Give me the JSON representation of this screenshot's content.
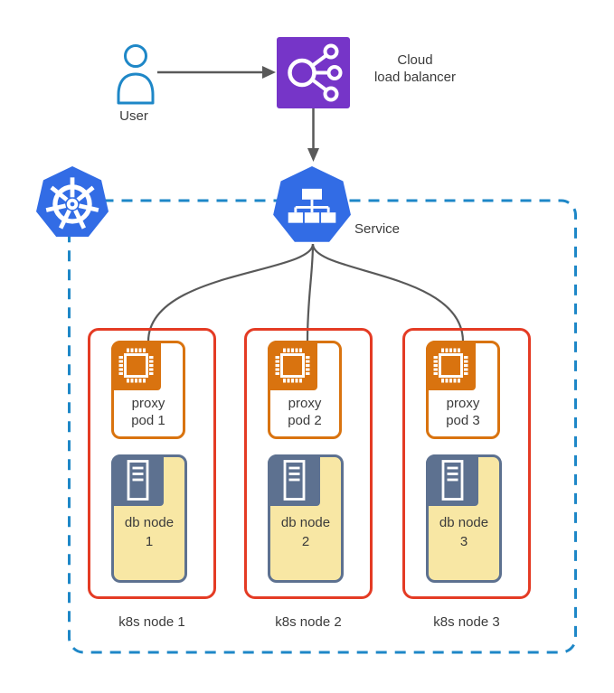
{
  "diagram": {
    "user": {
      "label": "User"
    },
    "load_balancer": {
      "label": "Cloud\nload balancer"
    },
    "service": {
      "label": "Service"
    },
    "cluster": {
      "nodes": [
        {
          "label": "k8s node 1",
          "proxy_pod": "proxy pod 1",
          "db_node": "db node 1"
        },
        {
          "label": "k8s node 2",
          "proxy_pod": "proxy pod 2",
          "db_node": "db node 2"
        },
        {
          "label": "k8s node 3",
          "proxy_pod": "proxy pod 3",
          "db_node": "db node 3"
        }
      ]
    },
    "icons": {
      "user": "person-icon",
      "load_balancer": "load-balancer-icon",
      "cluster": "kubernetes-helm-icon",
      "service": "service-tree-icon",
      "proxy_pod": "cpu-chip-icon",
      "db_node": "server-icon"
    },
    "colors": {
      "kubernetes_blue": "#326CE5",
      "cluster_dash_border": "#1E87C7",
      "node_border_red": "#E43B24",
      "proxy_orange": "#D9730F",
      "db_slate": "#5D7190",
      "db_fill_yellow": "#F8E7A4",
      "load_balancer_purple": "#7635C8",
      "connector_gray": "#595959",
      "text": "#3B3B3B"
    }
  }
}
